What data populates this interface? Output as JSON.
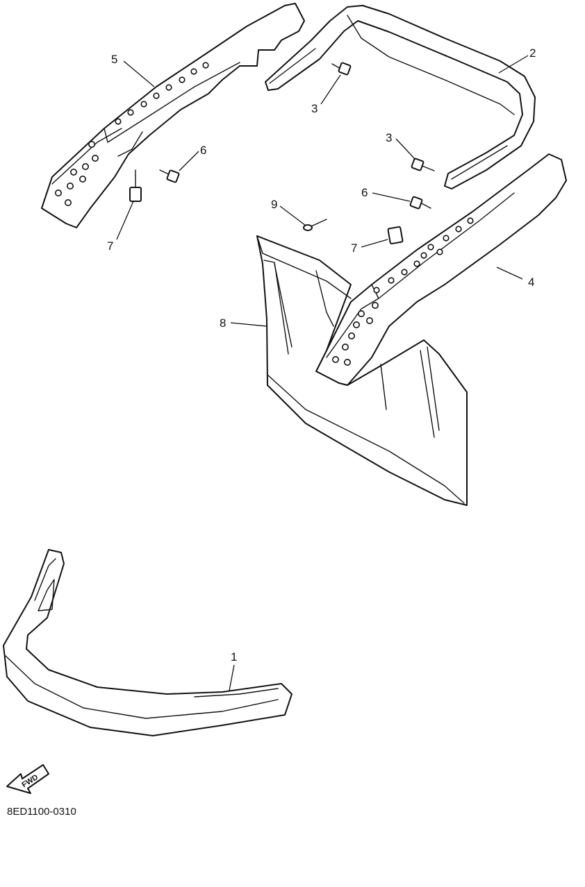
{
  "callouts": [
    {
      "id": "c1",
      "text": "1"
    },
    {
      "id": "c2",
      "text": "2"
    },
    {
      "id": "c3a",
      "text": "3"
    },
    {
      "id": "c3b",
      "text": "3"
    },
    {
      "id": "c4",
      "text": "4"
    },
    {
      "id": "c5",
      "text": "5"
    },
    {
      "id": "c6a",
      "text": "6"
    },
    {
      "id": "c6b",
      "text": "6"
    },
    {
      "id": "c7a",
      "text": "7"
    },
    {
      "id": "c7b",
      "text": "7"
    },
    {
      "id": "c8",
      "text": "8"
    },
    {
      "id": "c9",
      "text": "9"
    }
  ],
  "direction_arrow": {
    "text": "FWD",
    "icon": "fwd-arrow-icon"
  },
  "diagram_code": "8ED1100-0310"
}
